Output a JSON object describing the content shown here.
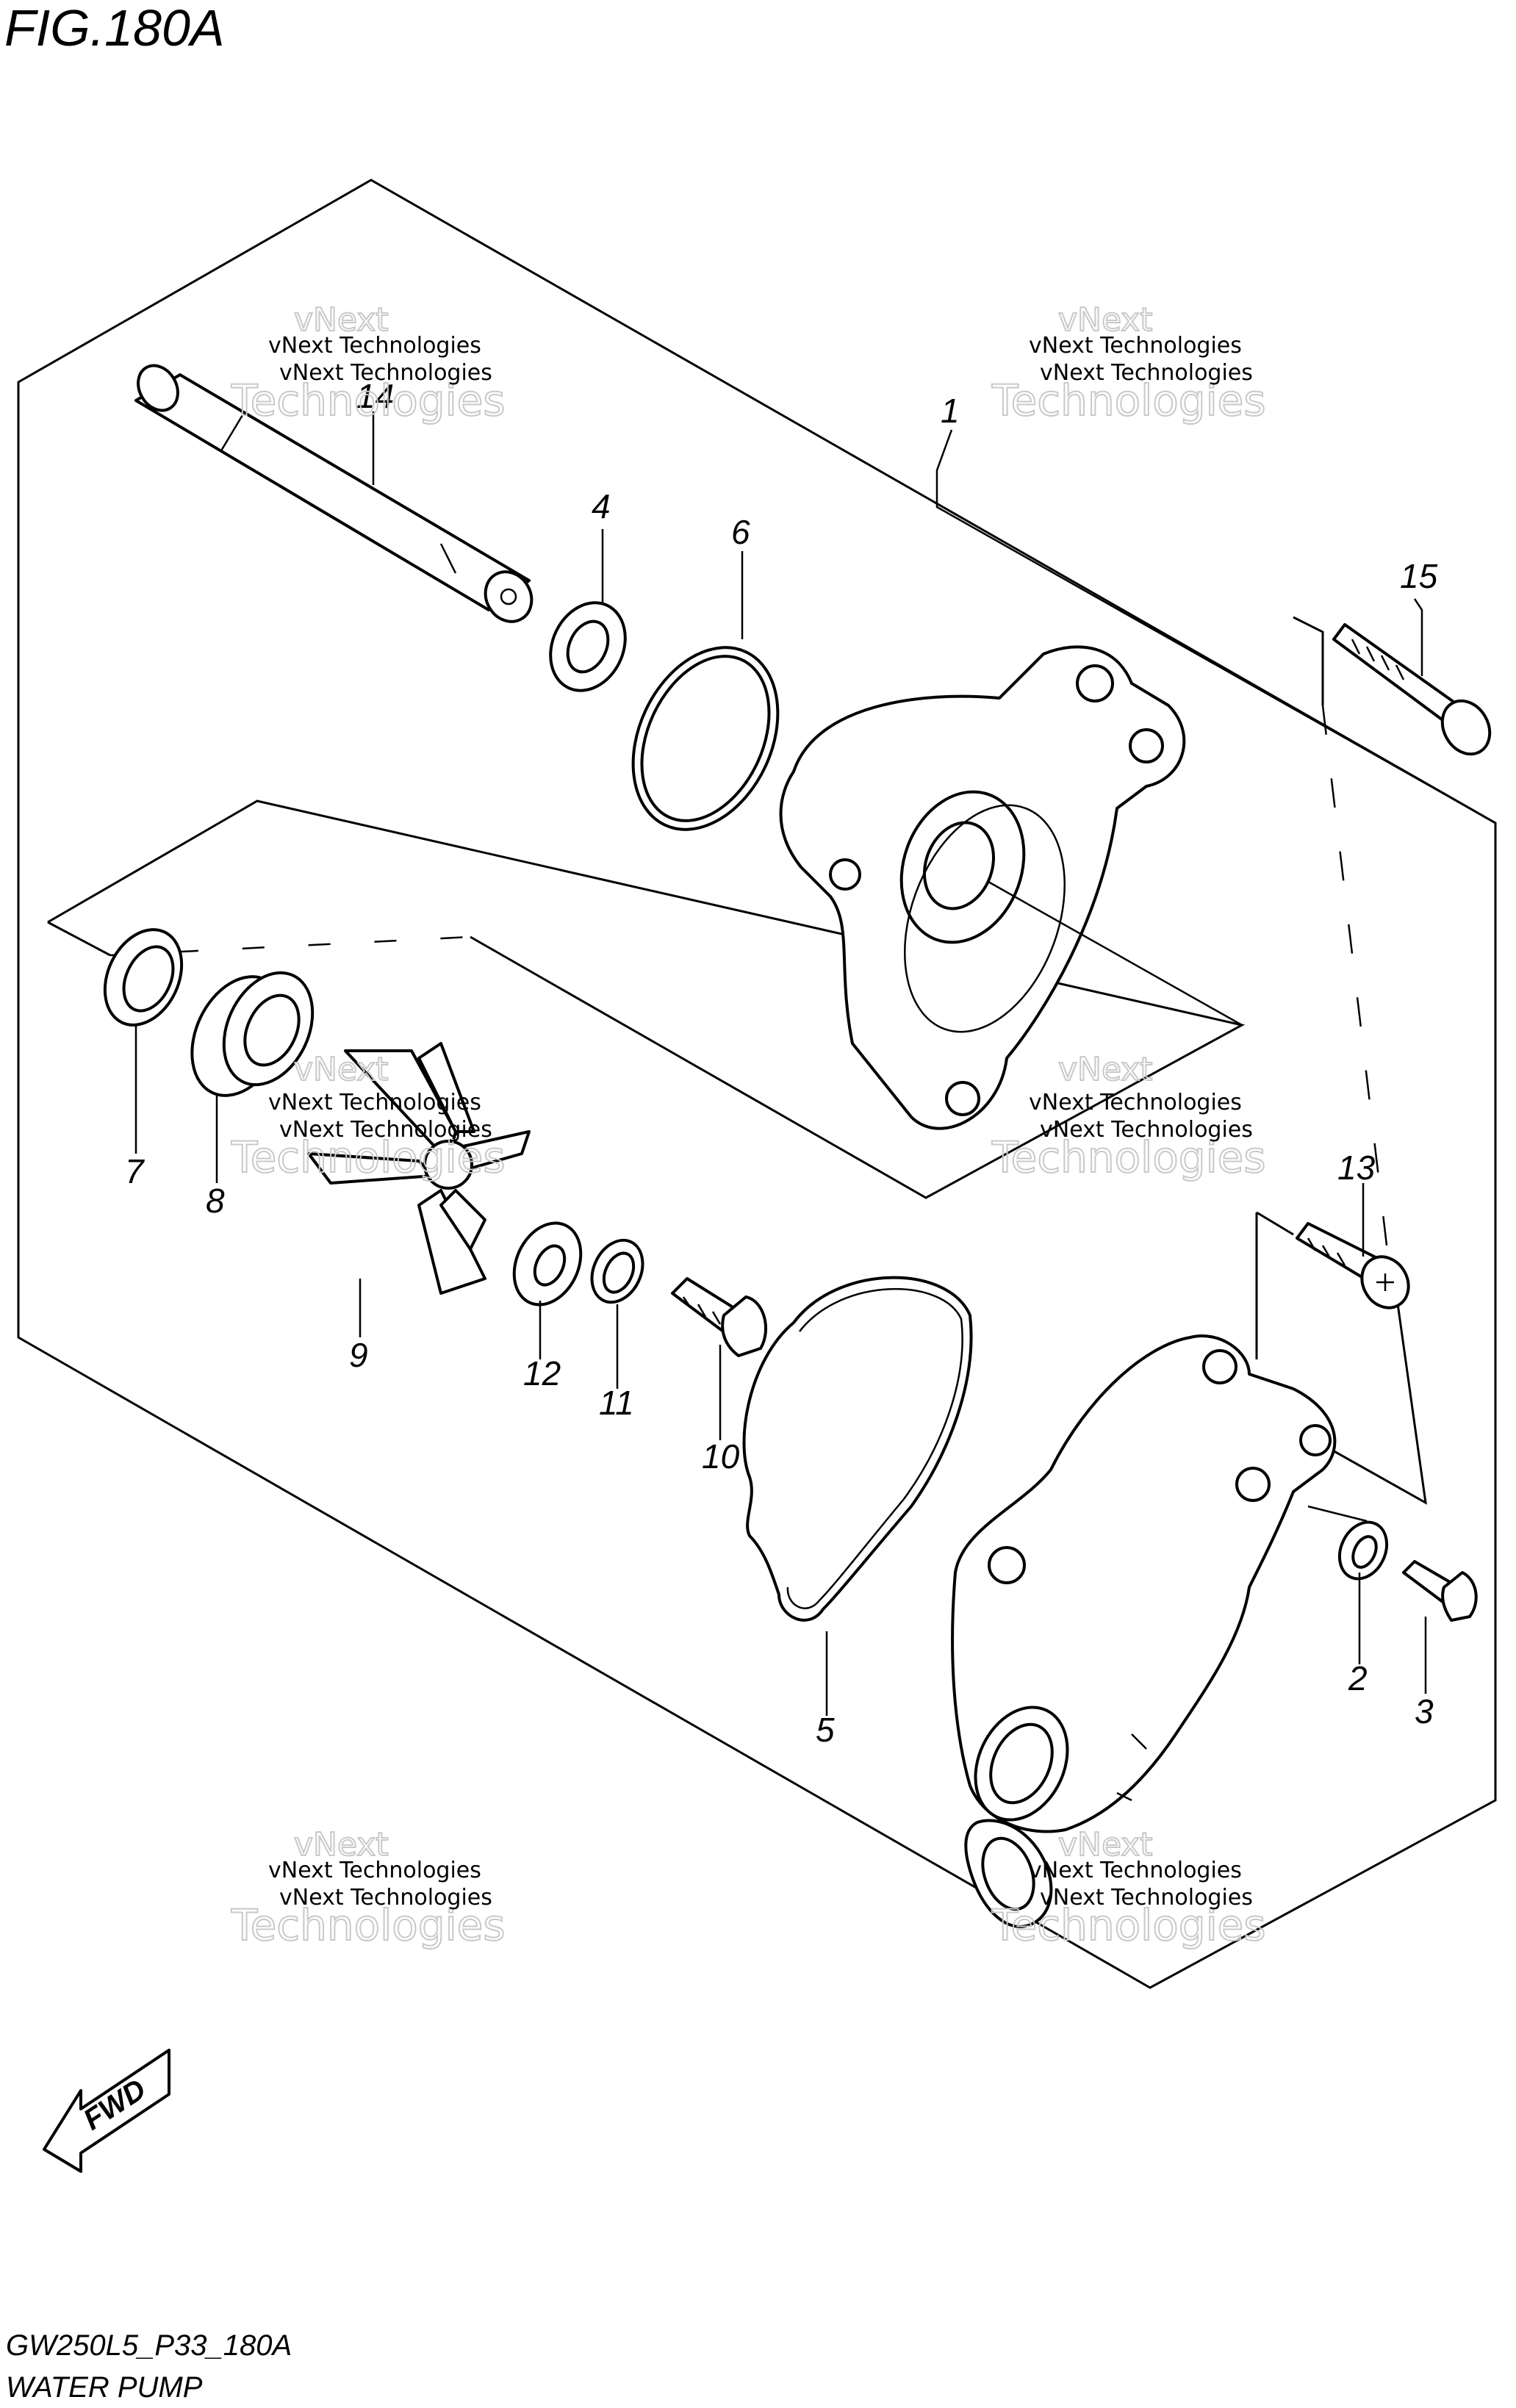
{
  "title": "FIG.180A",
  "footer": {
    "code": "GW250L5_P33_180A",
    "name": "WATER PUMP"
  },
  "fwd_label": "FWD",
  "watermark": {
    "line1": "vNext Technologies",
    "line2": "Technologies",
    "line3": "vNext"
  },
  "parts": [
    {
      "no": "1"
    },
    {
      "no": "2"
    },
    {
      "no": "3"
    },
    {
      "no": "4"
    },
    {
      "no": "5"
    },
    {
      "no": "6"
    },
    {
      "no": "7"
    },
    {
      "no": "8"
    },
    {
      "no": "9"
    },
    {
      "no": "10"
    },
    {
      "no": "11"
    },
    {
      "no": "12"
    },
    {
      "no": "13"
    },
    {
      "no": "14"
    },
    {
      "no": "15"
    }
  ]
}
